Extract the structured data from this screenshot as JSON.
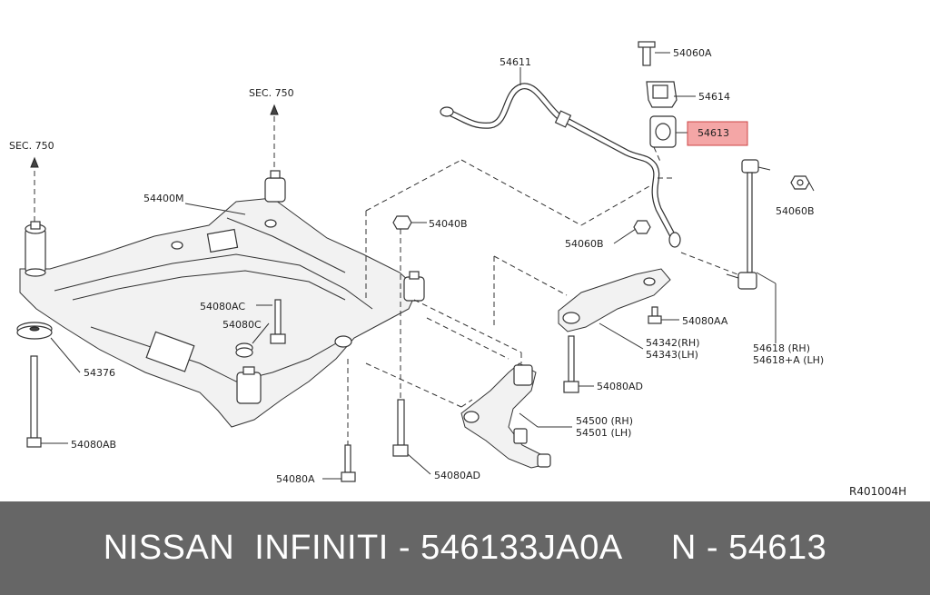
{
  "diagram": {
    "labels": {
      "sec750_top": "SEC. 750",
      "sec750_left": "SEC. 750",
      "p54611": "54611",
      "p54060A": "54060A",
      "p54614": "54614",
      "p54613": "54613",
      "p54060B_r": "54060B",
      "p54060B_l": "54060B",
      "p54400M": "54400M",
      "p54040B": "54040B",
      "p54080AC": "54080AC",
      "p54080C": "54080C",
      "p54376": "54376",
      "p54080AB": "54080AB",
      "p54080A": "54080A",
      "p54080AD_b": "54080AD",
      "p54080AA": "54080AA",
      "p54342": "54342(RH)",
      "p54343": "54343(LH)",
      "p54080AD_r": "54080AD",
      "p54500": "54500 (RH)",
      "p54501": "54501 (LH)",
      "p54618": "54618 (RH)",
      "p54618A": "54618+A (LH)",
      "ref": "R401004H"
    },
    "highlight_color": "#f4a6a6"
  },
  "footer": {
    "text": "NISSAN  INFINITI - 546133JA0A     N - 54613"
  }
}
